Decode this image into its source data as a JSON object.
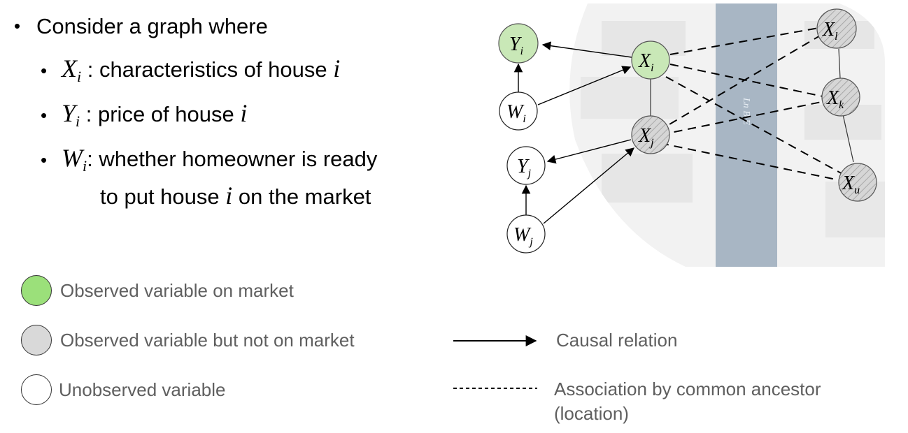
{
  "bullets": {
    "main": "Consider a graph where",
    "items": [
      {
        "var": "X",
        "sub": "i",
        "text": " : characteristics of house ",
        "tail_var": "i"
      },
      {
        "var": "Y",
        "sub": "i",
        "text": " : price of house ",
        "tail_var": "i"
      },
      {
        "var": "W",
        "sub": "i",
        "text": ": whether homeowner is ready",
        "line2_pre": "to put house ",
        "line2_var": "i",
        "line2_post": " on the market"
      }
    ]
  },
  "diagram": {
    "nodes": {
      "yi": {
        "label": "Y",
        "sub": "i",
        "kind": "observed-on-market"
      },
      "wi": {
        "label": "W",
        "sub": "i",
        "kind": "unobserved"
      },
      "xi": {
        "label": "X",
        "sub": "i",
        "kind": "observed-on-market"
      },
      "xj": {
        "label": "X",
        "sub": "j",
        "kind": "observed-not-on-market"
      },
      "yj": {
        "label": "Y",
        "sub": "j",
        "kind": "unobserved"
      },
      "wj": {
        "label": "W",
        "sub": "j",
        "kind": "unobserved"
      },
      "xl": {
        "label": "X",
        "sub": "l",
        "kind": "observed-not-on-market"
      },
      "xk": {
        "label": "X",
        "sub": "k",
        "kind": "observed-not-on-market"
      },
      "xu": {
        "label": "X",
        "sub": "u",
        "kind": "observed-not-on-market"
      }
    },
    "street_label": "Ln B E"
  },
  "legend": {
    "observed_on_market": "Observed variable on market",
    "observed_not_on_market": "Observed variable but not on market",
    "unobserved": "Unobserved variable",
    "causal": "Causal relation",
    "association_line1": "Association by common ancestor",
    "association_line2": "(location)"
  },
  "colors": {
    "green": "#9be07a",
    "gray": "#d9d9d9",
    "node_green_fill": "#c9e8b7"
  }
}
